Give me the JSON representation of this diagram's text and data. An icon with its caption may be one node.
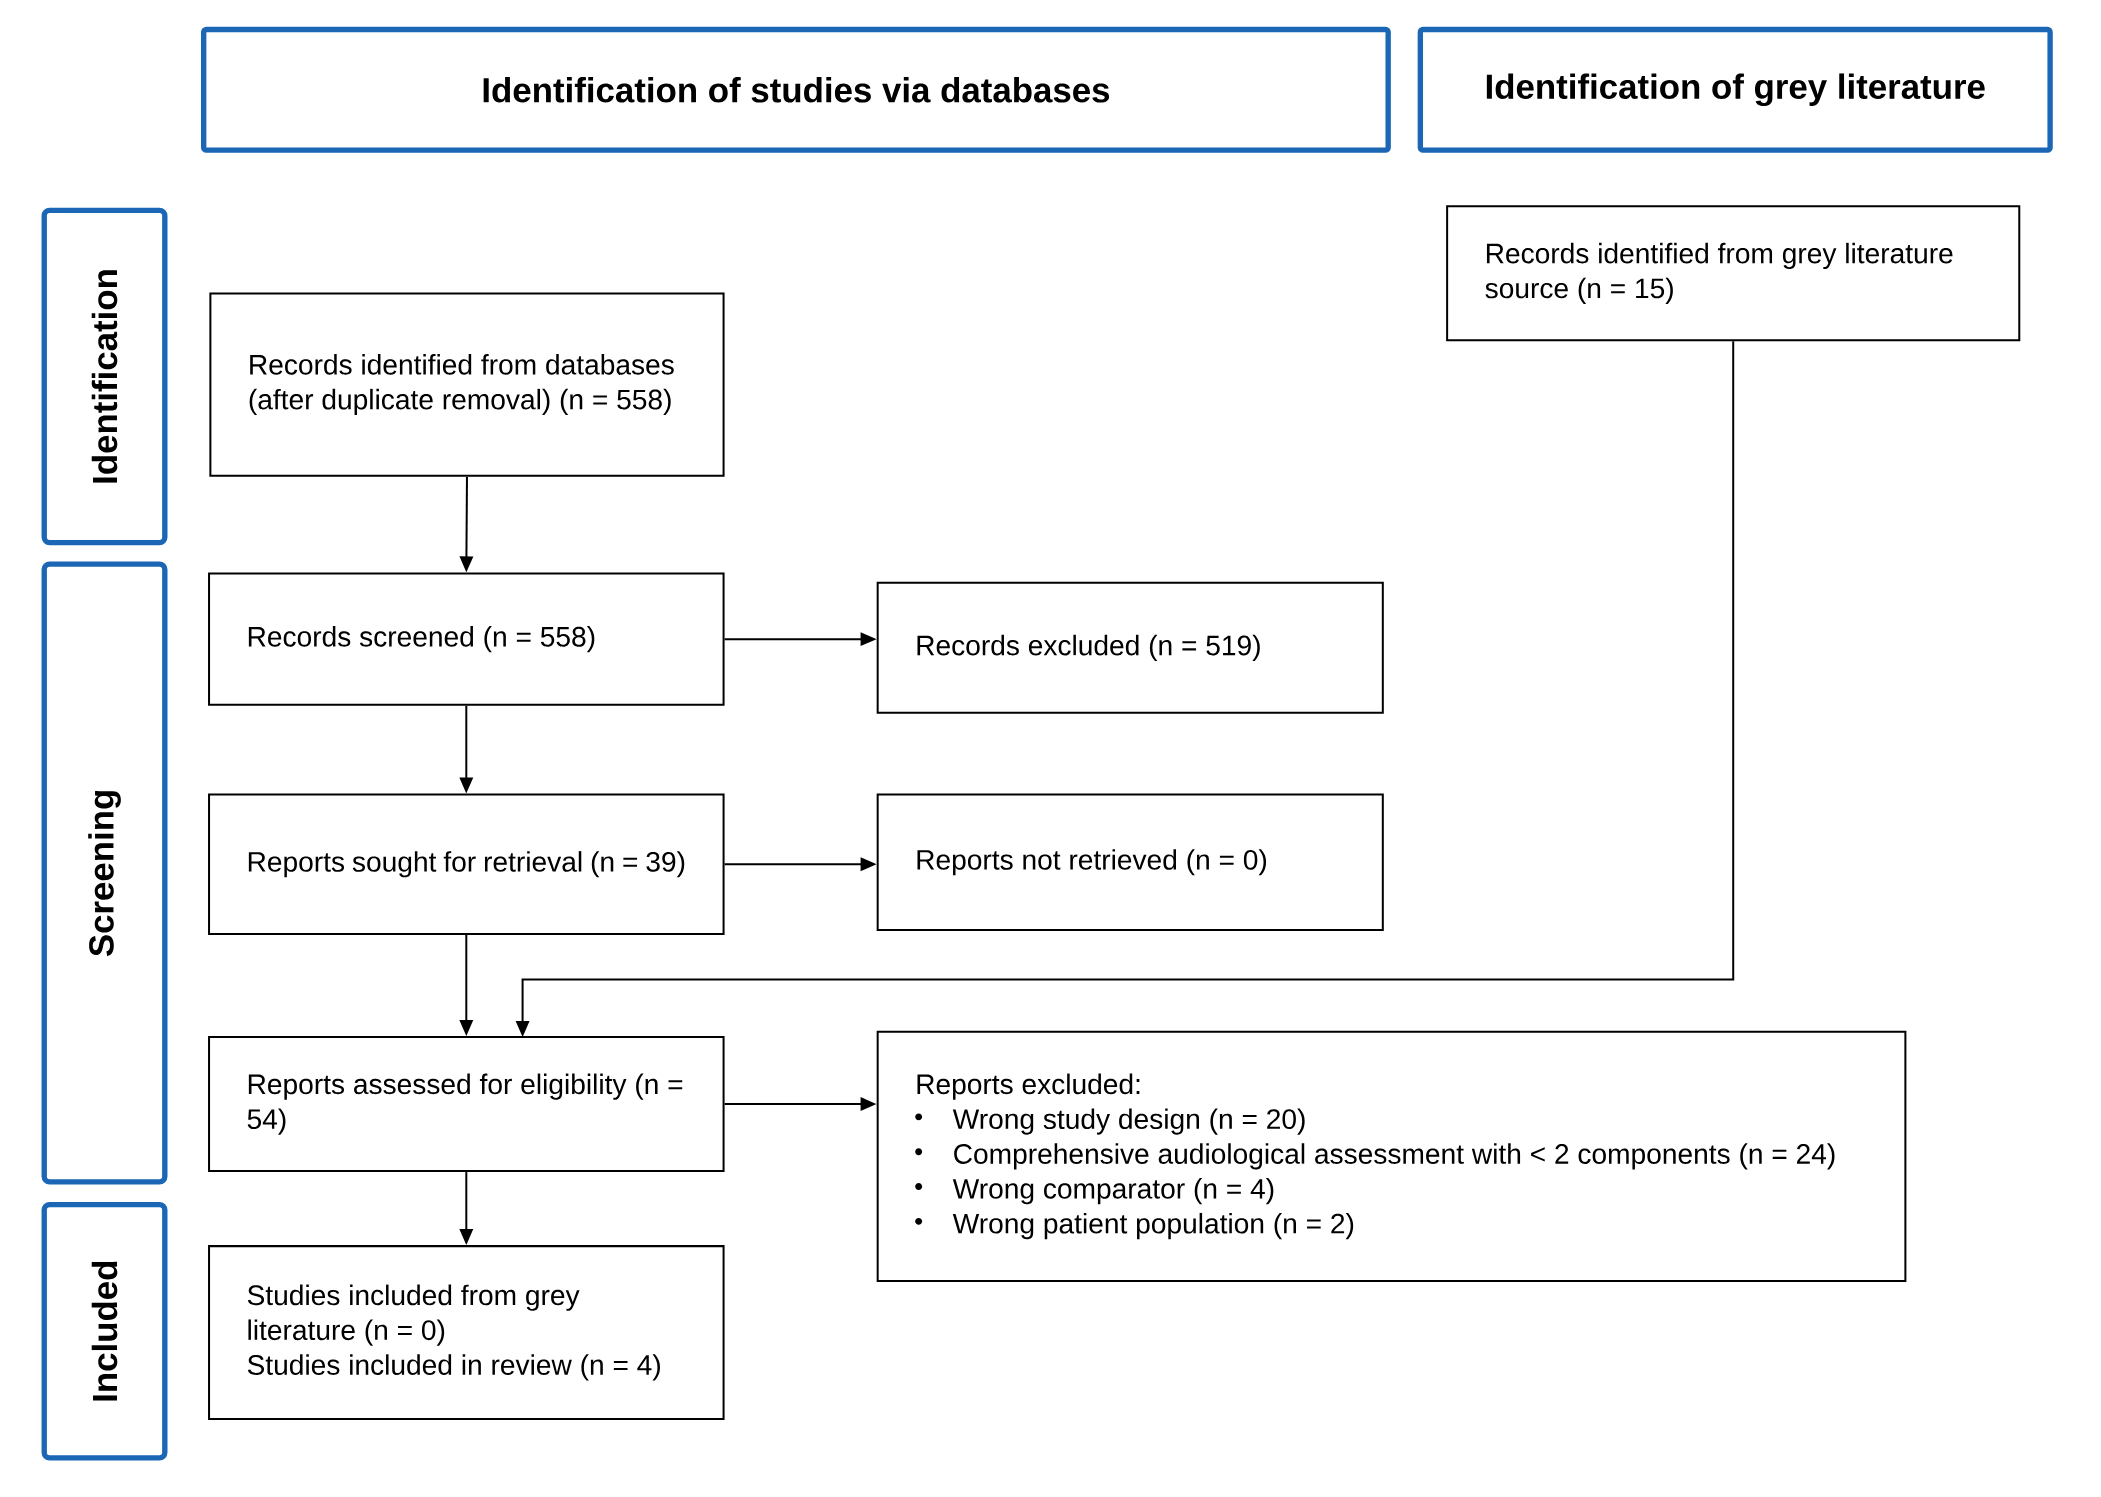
{
  "diagram": {
    "nodes": [
      {
        "text": [
          "Identification of studies via databases"
        ]
      },
      {
        "text": [
          "Identification of grey literature"
        ]
      },
      {
        "text": [
          "Identification"
        ]
      },
      {
        "text": [
          "Screening"
        ]
      },
      {
        "text": [
          "Included"
        ]
      },
      {
        "text": [
          "Records identified from databases (after duplicate removal) (n = 558)"
        ]
      },
      {
        "text": [
          "Records identified from grey literature source (n = 15)"
        ]
      },
      {
        "text": [
          "Records screened (n = 558)"
        ]
      },
      {
        "text": [
          "Records excluded (n = 519)"
        ]
      },
      {
        "text": [
          "Reports sought for retrieval (n = 39)"
        ]
      },
      {
        "text": [
          "Reports not retrieved (n = 0)"
        ]
      },
      {
        "text": [
          "Reports assessed for eligibility (n = 54)"
        ]
      },
      {
        "text": [
          "Reports excluded:",
          "Wrong study design (n = 20)",
          "Comprehensive audiological assessment with < 2 components (n = 24)",
          "Wrong comparator (n = 4)",
          "Wrong patient population (n = 2)"
        ]
      },
      {
        "text": [
          "Studies included from grey literature (n = 0)",
          "Studies included in review (n = 4)"
        ]
      }
    ],
    "edges": [
      {
        "from": 5,
        "to": 7,
        "arrow": "to"
      },
      {
        "from": 7,
        "to": 8,
        "arrow": "to"
      },
      {
        "from": 7,
        "to": 9,
        "arrow": "to"
      },
      {
        "from": 9,
        "to": 10,
        "arrow": "to"
      },
      {
        "from": 9,
        "to": 11,
        "arrow": "to"
      },
      {
        "from": 6,
        "to": 11,
        "arrow": "to"
      },
      {
        "from": 11,
        "to": 12,
        "arrow": "to"
      },
      {
        "from": 11,
        "to": 13,
        "arrow": "to"
      }
    ]
  }
}
